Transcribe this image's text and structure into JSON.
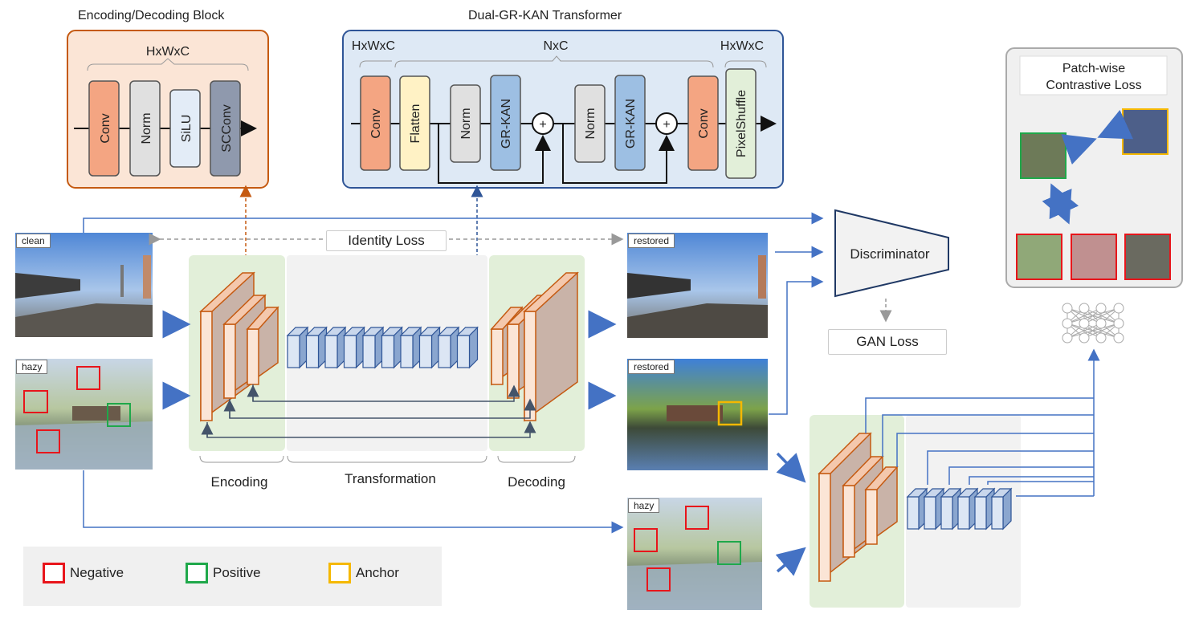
{
  "encoding_block": {
    "title": "Encoding/Decoding Block",
    "dims": "HxWxC",
    "layers": [
      "Conv",
      "Norm",
      "SiLU",
      "SCConv"
    ]
  },
  "transformer_block": {
    "title": "Dual-GR-KAN Transformer",
    "dims_left": "HxWxC",
    "dims_mid": "NxC",
    "dims_right": "HxWxC",
    "layers": [
      "Conv",
      "Flatten",
      "Norm",
      "GR-KAN",
      "Norm",
      "GR-KAN",
      "Conv",
      "PixelShuffle"
    ],
    "add_symbol": "+"
  },
  "image_tags": {
    "clean": "clean",
    "hazy": "hazy",
    "restored_top": "restored",
    "restored_mid": "restored",
    "hazy_bottom": "hazy"
  },
  "losses": {
    "identity": "Identity Loss",
    "gan": "GAN Loss",
    "discriminator": "Discriminator",
    "contrastive": "Patch-wise Contrastive Loss",
    "contrastive_line1": "Patch-wise",
    "contrastive_line2": "Contrastive Loss"
  },
  "stages": {
    "encoding": "Encoding",
    "transformation": "Transformation",
    "decoding": "Decoding"
  },
  "legend": [
    {
      "label": "Negative",
      "color": "#e8151b"
    },
    {
      "label": "Positive",
      "color": "#1fa84a"
    },
    {
      "label": "Anchor",
      "color": "#f5b800"
    }
  ],
  "colors": {
    "orange_block": "#f2a27a",
    "gray_block": "#e0e0e0",
    "light_blue_block": "#dce8f5",
    "slate_block": "#8f9ab0",
    "yellow_block": "#fff3c4",
    "blue_block": "#9dbfe3",
    "green_block": "#e1efd9",
    "arrow_blue": "#4472c4",
    "arrow_orange": "#c55a11",
    "encoding_panel_bg": "#fbe5d6",
    "transformer_panel_bg": "#dee9f5"
  }
}
